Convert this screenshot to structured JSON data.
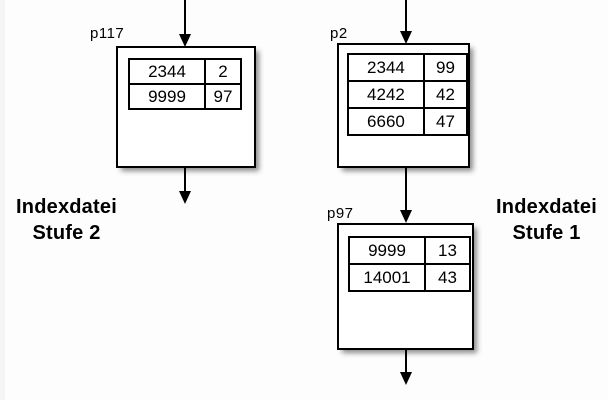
{
  "colors": {
    "background": "#fdfdfd",
    "edge": "#f5f5f5",
    "line": "#000000",
    "box_fill": "#ffffff",
    "text": "#000000"
  },
  "nodes": [
    {
      "id": "p117",
      "label": "p117",
      "rows": [
        [
          "2344",
          "2"
        ],
        [
          "9999",
          "97"
        ]
      ]
    },
    {
      "id": "p2",
      "label": "p2",
      "rows": [
        [
          "2344",
          "99"
        ],
        [
          "4242",
          "42"
        ],
        [
          "6660",
          "47"
        ]
      ]
    },
    {
      "id": "p97",
      "label": "p97",
      "rows": [
        [
          "9999",
          "13"
        ],
        [
          "14001",
          "43"
        ]
      ]
    }
  ],
  "captions": {
    "level2": {
      "line1": "Indexdatei",
      "line2": "Stufe 2"
    },
    "level1": {
      "line1": "Indexdatei",
      "line2": "Stufe 1"
    }
  }
}
